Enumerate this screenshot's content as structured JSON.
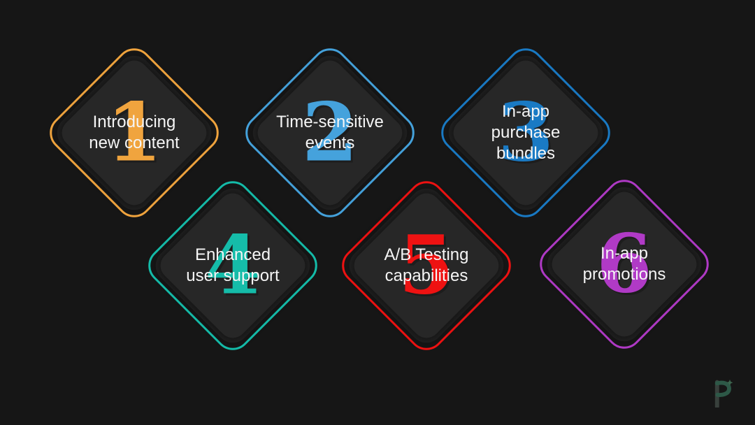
{
  "canvas": {
    "background": "#161616",
    "tile_fill": "#272727",
    "text_color": "#F5F5F5"
  },
  "items": [
    {
      "number": "1",
      "label": "Introducing\nnew content",
      "color": "#F0A43E"
    },
    {
      "number": "2",
      "label": "Time-sensitive\nevents",
      "color": "#45A2DC"
    },
    {
      "number": "3",
      "label": "In-app\npurchase\nbundles",
      "color": "#1A7AC4"
    },
    {
      "number": "4",
      "label": "Enhanced\nuser support",
      "color": "#15BCA9"
    },
    {
      "number": "5",
      "label": "A/B Testing\ncapabilities",
      "color": "#EE1212"
    },
    {
      "number": "6",
      "label": "In-app\npromotions",
      "color": "#B03AC6"
    }
  ],
  "branding": {
    "logo": "piktochart-p-logo",
    "logo_stem_color": "#3A433F",
    "logo_bowl_color": "#2F5C4A",
    "logo_spark_color": "#3F6B52"
  }
}
